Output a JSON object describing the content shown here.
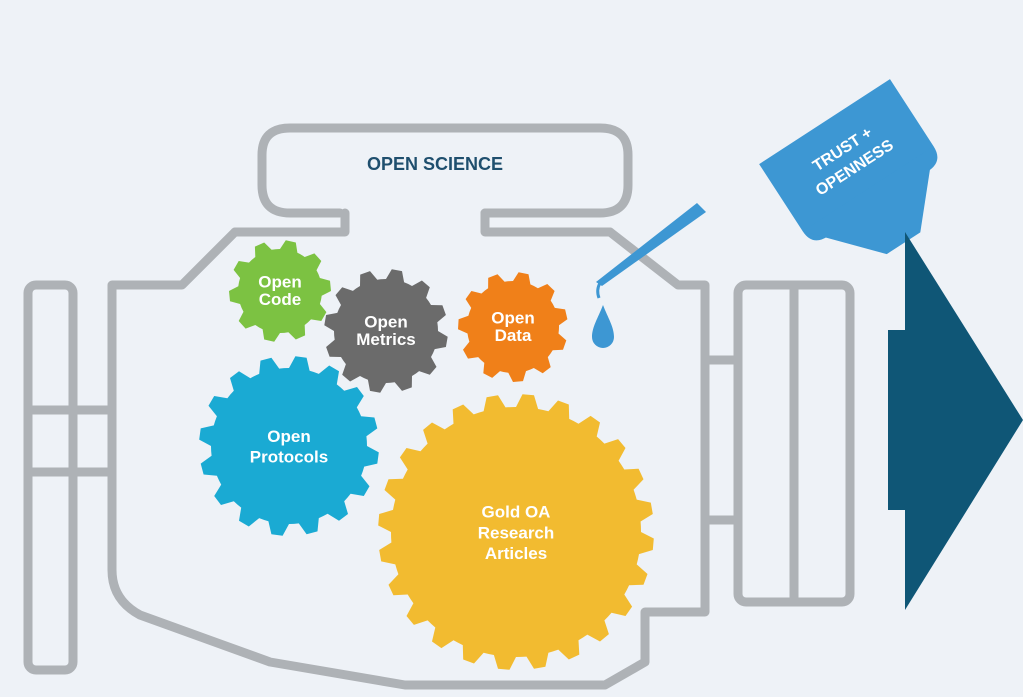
{
  "engine": {
    "title": "OPEN SCIENCE"
  },
  "oil_bottle": {
    "label_line1": "TRUST +",
    "label_line2": "OPENNESS"
  },
  "gears": [
    {
      "lines": [
        "Open",
        "Code"
      ],
      "color": "#7cc242"
    },
    {
      "lines": [
        "Open",
        "Metrics"
      ],
      "color": "#6b6b6b"
    },
    {
      "lines": [
        "Open",
        "Data"
      ],
      "color": "#f08019"
    },
    {
      "lines": [
        "Open",
        "Protocols"
      ],
      "color": "#1aaad3"
    },
    {
      "lines": [
        "Gold OA",
        "Research",
        "Articles"
      ],
      "color": "#f2bb30"
    }
  ],
  "colors": {
    "background": "#eef2f7",
    "engine_outline": "#aeb2b6",
    "bottle": "#3d97d3",
    "drop": "#3d97d3",
    "arrow": "#0f5676"
  }
}
